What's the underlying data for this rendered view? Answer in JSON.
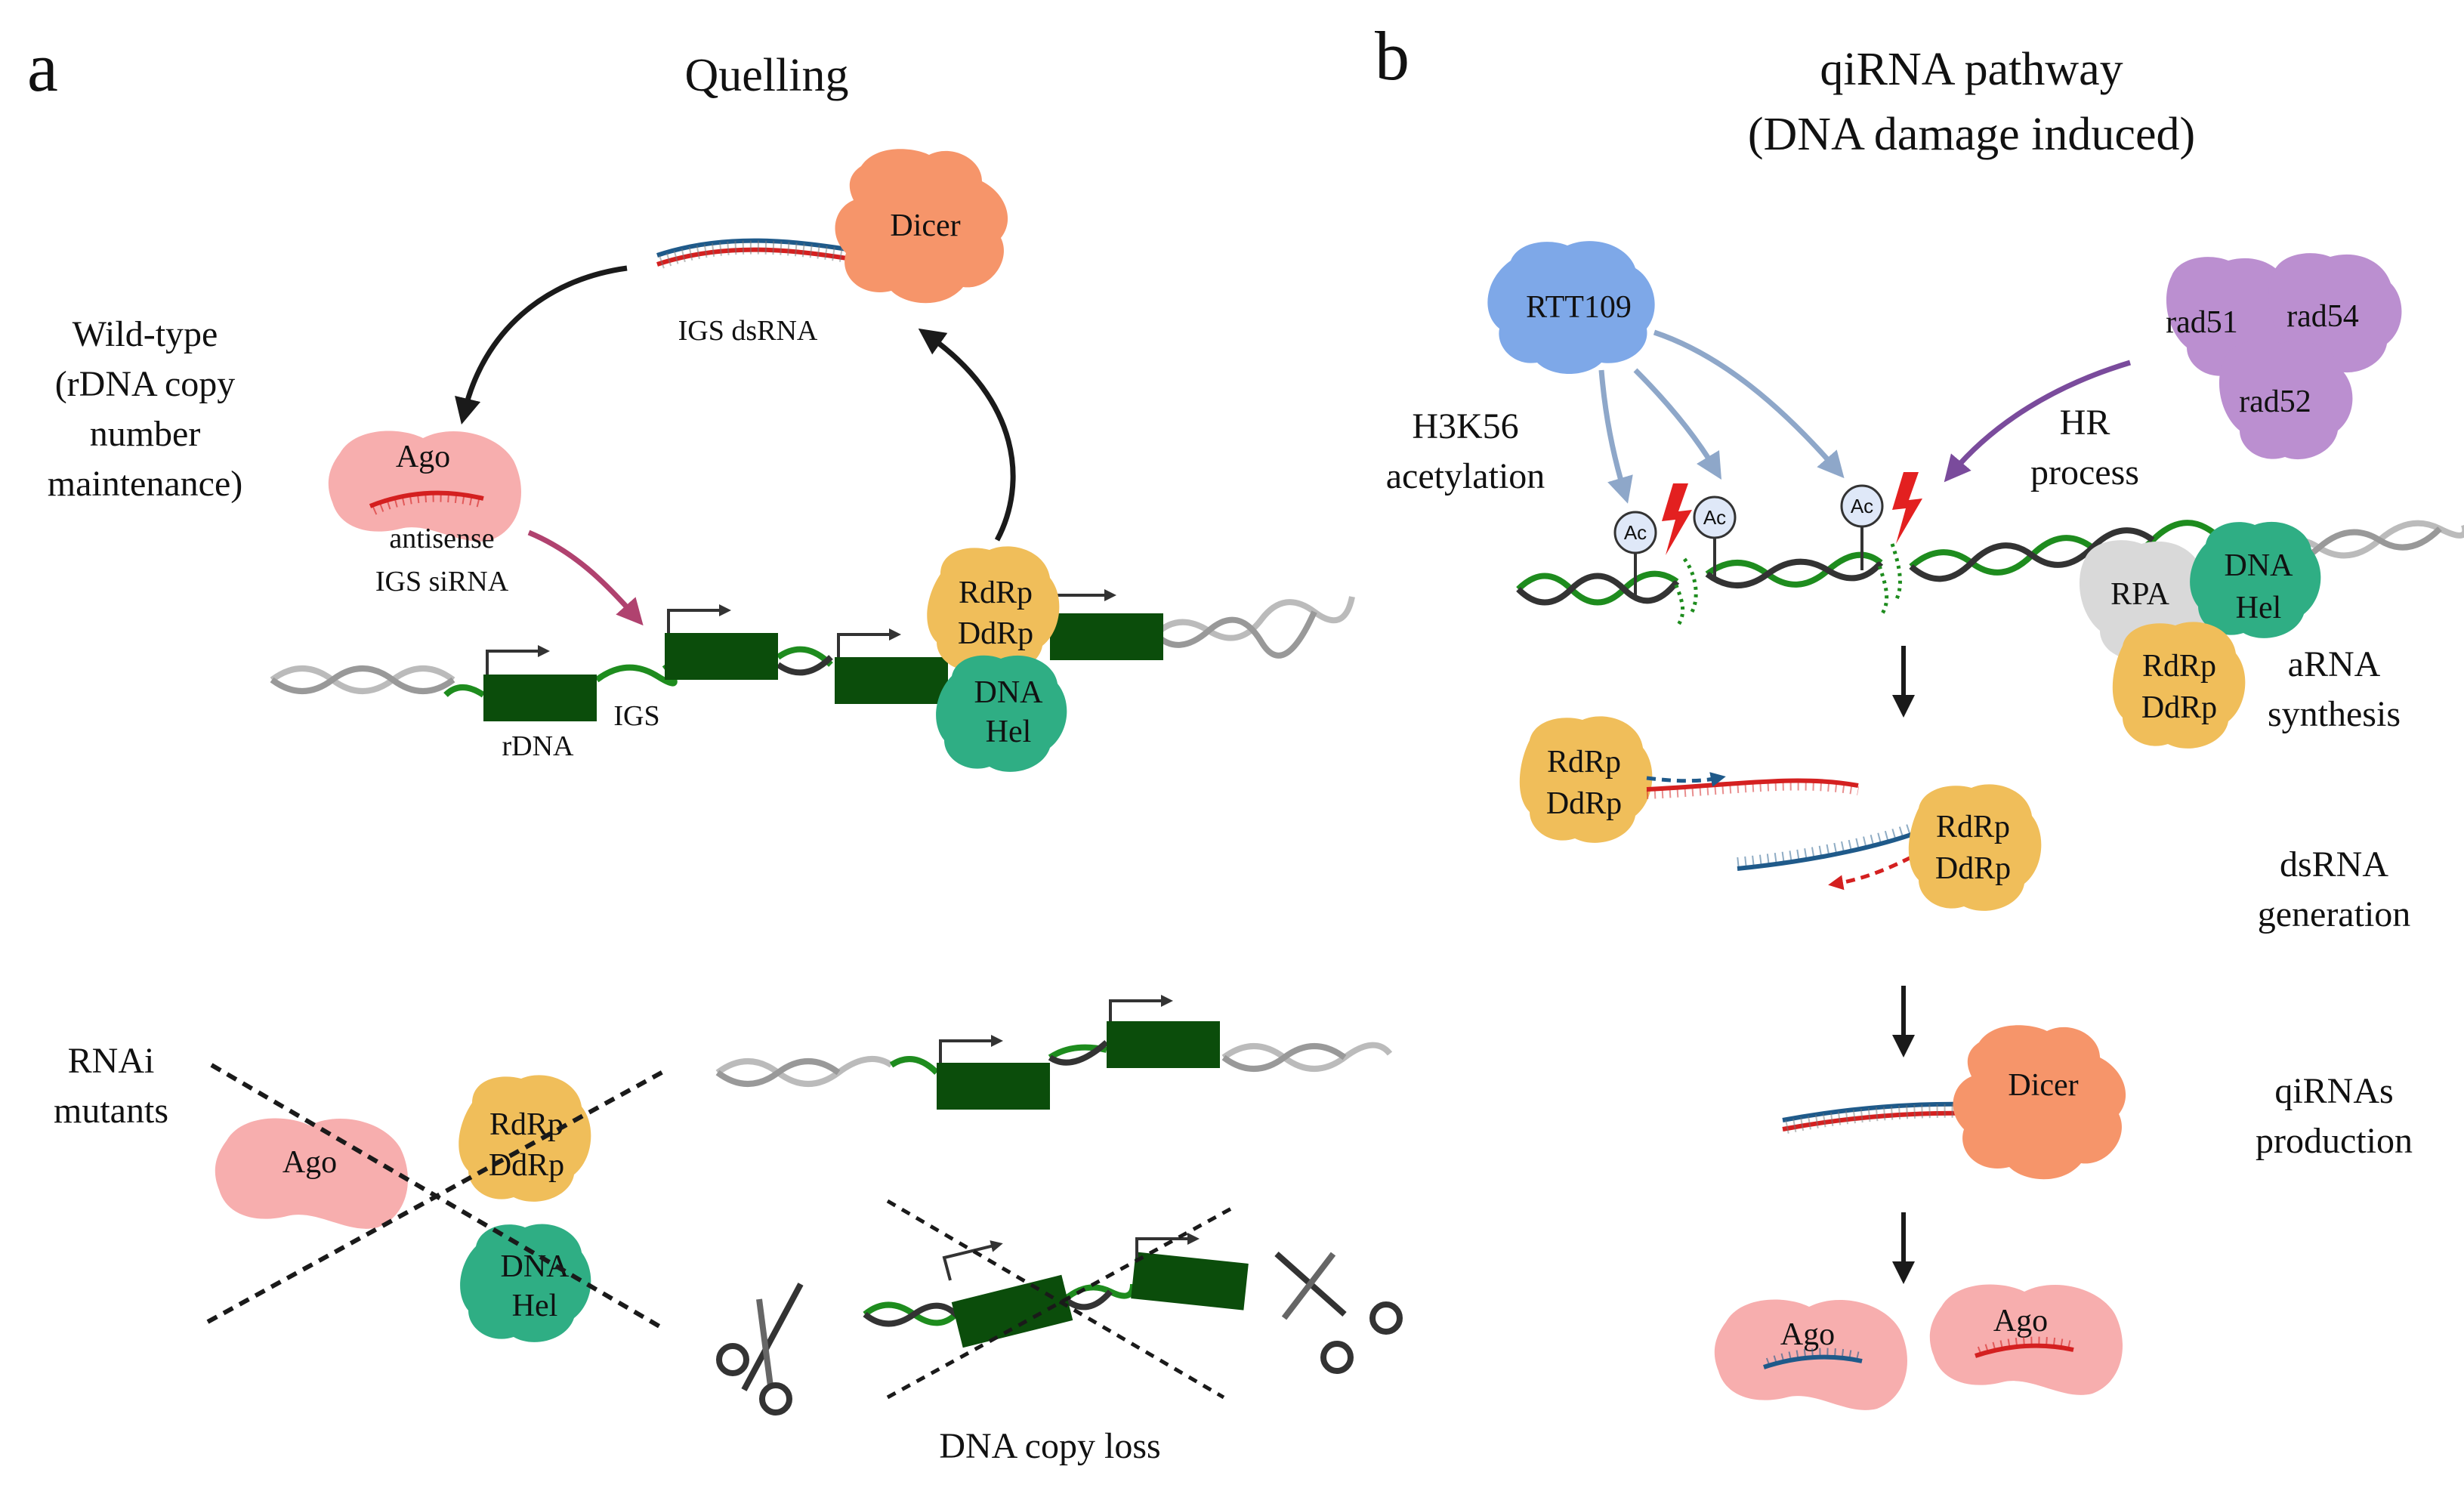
{
  "panel_a": {
    "letter": "a",
    "title": "Quelling",
    "wild_type_label": [
      "Wild-type",
      "(rDNA copy",
      "number",
      "maintenance)"
    ],
    "dicer": "Dicer",
    "igs_dsrna": "IGS dsRNA",
    "ago": "Ago",
    "antisense_label": [
      "antisense",
      "IGS siRNA"
    ],
    "rdrp": "RdRp",
    "ddrp": "DdRp",
    "dna": "DNA",
    "hel": "Hel",
    "rdna": "rDNA",
    "igs": "IGS",
    "rnai_mutants_label": [
      "RNAi",
      "mutants"
    ],
    "dna_copy_loss": "DNA copy loss"
  },
  "panel_b": {
    "letter": "b",
    "title": [
      "qiRNA pathway",
      "(DNA damage induced)"
    ],
    "rtt109": "RTT109",
    "h3k56_label": [
      "H3K56",
      "acetylation"
    ],
    "rad51": "rad51",
    "rad54": "rad54",
    "rad52": "rad52",
    "hr_label": [
      "HR",
      "process"
    ],
    "ac": "Ac",
    "rpa": "RPA",
    "dna": "DNA",
    "hel": "Hel",
    "rdrp": "RdRp",
    "ddrp": "DdRp",
    "arna_label": [
      "aRNA",
      "synthesis"
    ],
    "dsrna_label": [
      "dsRNA",
      "generation"
    ],
    "dicer": "Dicer",
    "qirnas_label": [
      "qiRNAs",
      "production"
    ],
    "ago": "Ago"
  },
  "colors": {
    "dicer": "#f6956a",
    "ago": "#f7aeae",
    "rdrp": "#f0be5a",
    "dnahel": "#2fae84",
    "rtt109": "#7ea8e8",
    "rad": "#bb8fd0",
    "rpa": "#d9d9d9",
    "gene_box": "#0b4d0b",
    "dna_green": "#1e8c1e",
    "rna_red": "#d42020",
    "rna_blue": "#1f5a8a",
    "arrow_black": "#1a1a1a",
    "arrow_magenta": "#b0426f",
    "arrow_blue": "#8ea7c9",
    "arrow_purple": "#7a4b9c",
    "damage": "#e32020"
  }
}
